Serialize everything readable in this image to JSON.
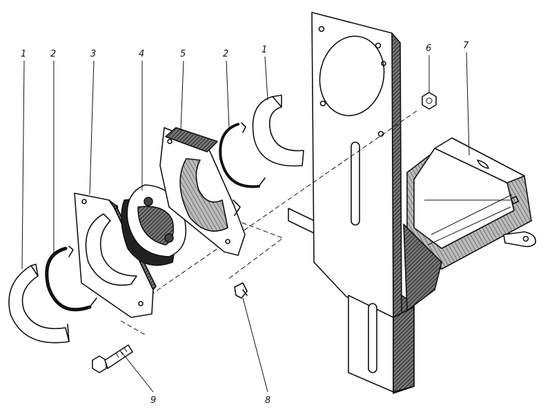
{
  "callouts": {
    "l1a": "1",
    "l2a": "2",
    "l3": "3",
    "l4": "4",
    "l5": "5",
    "l2b": "2",
    "l1b": "1",
    "l6": "6",
    "l7": "7",
    "l8": "8",
    "l9": "9"
  },
  "colors": {
    "ink": "#111111",
    "paper": "#ffffff"
  }
}
